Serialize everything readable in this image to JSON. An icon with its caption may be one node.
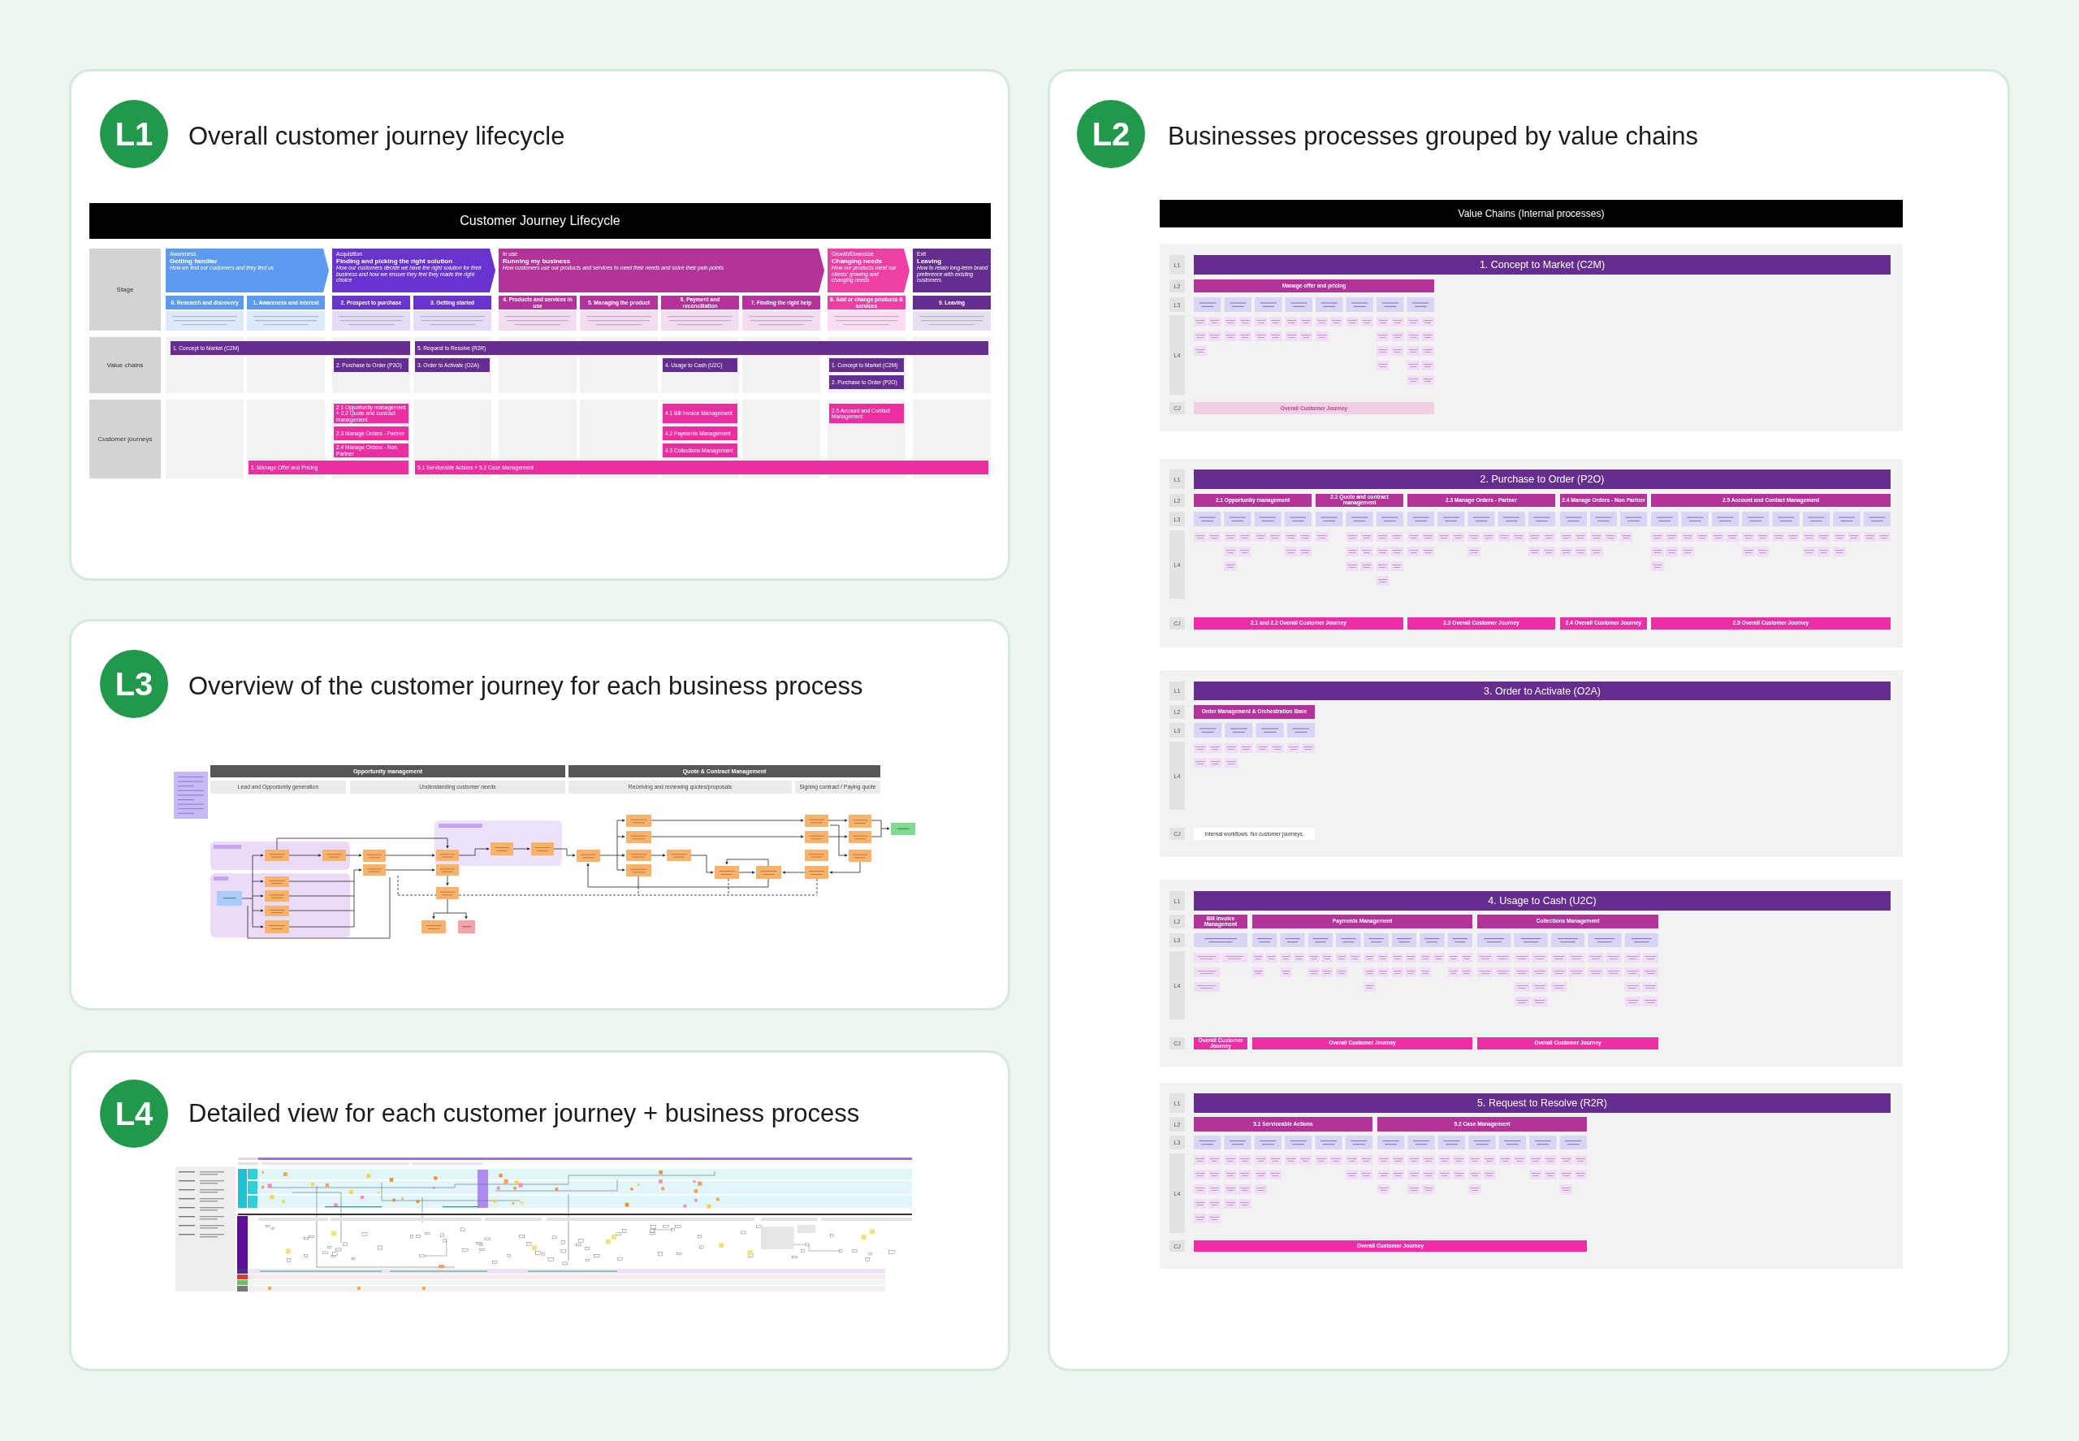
{
  "diagram": {
    "nodes": [
      {
        "text": [
          "Overall customer journey lifecycle"
        ]
      },
      {
        "text": [
          "L1"
        ],
        "in": 0
      },
      {
        "text": [
          "Customer Journey Lifecycle"
        ],
        "in": 0
      },
      {
        "text": [
          "Stage"
        ],
        "in": 0
      },
      {
        "text": [
          "Awareness",
          "Getting familiar",
          "How we find our customers and they find us"
        ],
        "in": 0
      },
      {
        "text": [
          "Acquisition",
          "Finding and picking the right solution",
          "How our customers decide we have the right solution for their business and how we ensure they feel they made the right choice"
        ],
        "in": 0
      },
      {
        "text": [
          "In use",
          "Running my business",
          "How customers use our products and services to meet their needs and solve their pain points"
        ],
        "in": 0
      },
      {
        "text": [
          "Growth/Downsize",
          "Changing needs",
          "How our products meet our clients' growing and changing needs"
        ],
        "in": 0
      },
      {
        "text": [
          "Exit",
          "Leaving",
          "How to retain long-term brand preference with existing customers"
        ],
        "in": 0
      },
      {
        "text": [
          "0. Research and discovery"
        ],
        "in": 0
      },
      {
        "text": [
          "1. Awareness and interest"
        ],
        "in": 0
      },
      {
        "text": [
          "2. Prospect to purchase"
        ],
        "in": 0
      },
      {
        "text": [
          "3. Getting started"
        ],
        "in": 0
      },
      {
        "text": [
          "4. Products and services in use"
        ],
        "in": 0
      },
      {
        "text": [
          "5. Managing the product"
        ],
        "in": 0
      },
      {
        "text": [
          "6. Payment and reconciliation"
        ],
        "in": 0
      },
      {
        "text": [
          "7. Finding the right help"
        ],
        "in": 0
      },
      {
        "text": [
          "8. Add or change products & services"
        ],
        "in": 0
      },
      {
        "text": [
          "9. Leaving"
        ],
        "in": 0
      },
      {
        "text": [
          "Value chains"
        ],
        "in": 0
      },
      {
        "text": [
          "1. Concept to Market (C2M)"
        ],
        "in": 0
      },
      {
        "text": [
          "5. Request to Resolve (R2R)"
        ],
        "in": 0
      },
      {
        "text": [
          "2. Purchase to Order (P2O)"
        ],
        "in": 0
      },
      {
        "text": [
          "3. Order to Activate (O2A)"
        ],
        "in": 0
      },
      {
        "text": [
          "4. Usage to Cash (U2C)"
        ],
        "in": 0
      },
      {
        "text": [
          "1. Concept to Market (C2M)"
        ],
        "in": 0
      },
      {
        "text": [
          "2. Purchase to Order (P2O)"
        ],
        "in": 0
      },
      {
        "text": [
          "Customer journeys"
        ],
        "in": 0
      },
      {
        "text": [
          "2.1 Opportunity management + 2.2 Quote and contract management"
        ],
        "in": 0
      },
      {
        "text": [
          "2.3 Manage Orders - Partner"
        ],
        "in": 0
      },
      {
        "text": [
          "2.4 Manage Orders - Non Partner"
        ],
        "in": 0
      },
      {
        "text": [
          "1. Manage Offer and Pricing"
        ],
        "in": 0
      },
      {
        "text": [
          "5.1 Serviceable Actions + 5.2 Case Management"
        ],
        "in": 0
      },
      {
        "text": [
          "4.1 Bill Invoice Management"
        ],
        "in": 0
      },
      {
        "text": [
          "4.2 Payments Management"
        ],
        "in": 0
      },
      {
        "text": [
          "4.3 Collections Management"
        ],
        "in": 0
      },
      {
        "text": [
          "2.5 Account and Contact Management"
        ],
        "in": 0
      },
      {
        "text": [
          "Businesses processes grouped by value chains"
        ]
      },
      {
        "text": [
          "L2"
        ],
        "in": 37
      },
      {
        "text": [
          "Value Chains (Internal processes)"
        ],
        "in": 37
      },
      {
        "text": [
          "L1"
        ],
        "in": 37
      },
      {
        "text": [
          "1. Concept to Market (C2M)"
        ],
        "in": 37
      },
      {
        "text": [
          "L2"
        ],
        "in": 37
      },
      {
        "text": [
          "Manage offer and pricing"
        ],
        "in": 37
      },
      {
        "text": [
          "L3"
        ],
        "in": 37
      },
      {
        "text": [
          "L4"
        ],
        "in": 37
      },
      {
        "text": [
          "CJ"
        ],
        "in": 37
      },
      {
        "text": [
          "Overall Customer Journey"
        ],
        "in": 37
      },
      {
        "text": [
          "L1"
        ],
        "in": 37
      },
      {
        "text": [
          "2. Purchase to Order (P2O)"
        ],
        "in": 37
      },
      {
        "text": [
          "L2"
        ],
        "in": 37
      },
      {
        "text": [
          "2.1 Opportunity management"
        ],
        "in": 37
      },
      {
        "text": [
          "2.2 Quote and contract management"
        ],
        "in": 37
      },
      {
        "text": [
          "2.3 Manage Orders - Partner"
        ],
        "in": 37
      },
      {
        "text": [
          "2.4 Manage Orders - Non Partner"
        ],
        "in": 37
      },
      {
        "text": [
          "2.5 Account and Contact Management"
        ],
        "in": 37
      },
      {
        "text": [
          "L3"
        ],
        "in": 37
      },
      {
        "text": [
          "L4"
        ],
        "in": 37
      },
      {
        "text": [
          "CJ"
        ],
        "in": 37
      },
      {
        "text": [
          "2.1 and 2.2 Overall Customer Journey"
        ],
        "in": 37
      },
      {
        "text": [
          "2.3 Overall Customer Journey"
        ],
        "in": 37
      },
      {
        "text": [
          "2.4 Overall Customer Journey"
        ],
        "in": 37
      },
      {
        "text": [
          "2.5 Overall Customer Journey"
        ],
        "in": 37
      },
      {
        "text": [
          "L1"
        ],
        "in": 37
      },
      {
        "text": [
          "3. Order to Activate (O2A)"
        ],
        "in": 37
      },
      {
        "text": [
          "L2"
        ],
        "in": 37
      },
      {
        "text": [
          "Order Management & Orchestration Base"
        ],
        "in": 37
      },
      {
        "text": [
          "L3"
        ],
        "in": 37
      },
      {
        "text": [
          "L4"
        ],
        "in": 37
      },
      {
        "text": [
          "CJ"
        ],
        "in": 37
      },
      {
        "text": [
          "Internal workflows. No customer journeys."
        ],
        "in": 37
      },
      {
        "text": [
          "L1"
        ],
        "in": 37
      },
      {
        "text": [
          "4. Usage to Cash (U2C)"
        ],
        "in": 37
      },
      {
        "text": [
          "L2"
        ],
        "in": 37
      },
      {
        "text": [
          "Bill Invoice Management"
        ],
        "in": 37
      },
      {
        "text": [
          "Payments Management"
        ],
        "in": 37
      },
      {
        "text": [
          "Collections Management"
        ],
        "in": 37
      },
      {
        "text": [
          "L3"
        ],
        "in": 37
      },
      {
        "text": [
          "L4"
        ],
        "in": 37
      },
      {
        "text": [
          "CJ"
        ],
        "in": 37
      },
      {
        "text": [
          "Overall Customer Journey"
        ],
        "in": 37
      },
      {
        "text": [
          "Overall Customer Journey"
        ],
        "in": 37
      },
      {
        "text": [
          "Overall Customer Journey"
        ],
        "in": 37
      },
      {
        "text": [
          "L1"
        ],
        "in": 37
      },
      {
        "text": [
          "5. Request to Resolve (R2R)"
        ],
        "in": 37
      },
      {
        "text": [
          "L2"
        ],
        "in": 37
      },
      {
        "text": [
          "5.1 Serviceable Actions"
        ],
        "in": 37
      },
      {
        "text": [
          "5.2 Case Management"
        ],
        "in": 37
      },
      {
        "text": [
          "L3"
        ],
        "in": 37
      },
      {
        "text": [
          "L4"
        ],
        "in": 37
      },
      {
        "text": [
          "CJ"
        ],
        "in": 37
      },
      {
        "text": [
          "Overall Customer Journey"
        ],
        "in": 37
      },
      {
        "text": [
          "Overview of the customer journey for each business process"
        ]
      },
      {
        "text": [
          "L3"
        ],
        "in": 92
      },
      {
        "text": [
          "Opportunity management"
        ],
        "in": 92
      },
      {
        "text": [
          "Quote & Contract Management"
        ],
        "in": 92
      },
      {
        "text": [
          "Lead and Opportunity generation"
        ],
        "in": 92
      },
      {
        "text": [
          "Understanding customer needs"
        ],
        "in": 92
      },
      {
        "text": [
          "Receiving and reviewing quotes/proposals"
        ],
        "in": 92
      },
      {
        "text": [
          "Signing contract / Paying quote"
        ],
        "in": 92
      },
      {
        "text": [
          "Detailed view for each customer journey + business process"
        ]
      },
      {
        "text": [
          "L4"
        ],
        "in": 100
      }
    ]
  }
}
